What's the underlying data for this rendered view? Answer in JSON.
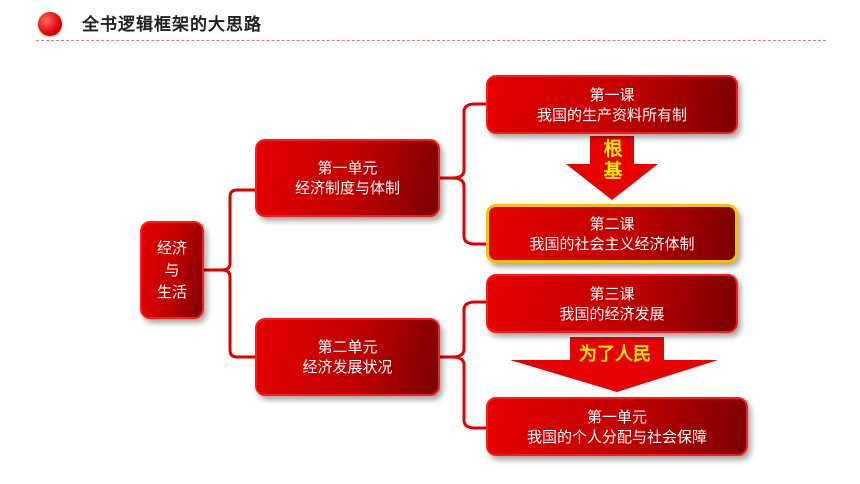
{
  "header": {
    "title": "全书逻辑框架的大思路"
  },
  "diagram": {
    "root": {
      "lines": [
        "经济",
        "与",
        "生活"
      ]
    },
    "unit1": {
      "lines": [
        "第一单元",
        "经济制度与体制"
      ]
    },
    "unit2": {
      "lines": [
        "第二单元",
        "经济发展状况"
      ]
    },
    "lesson1": {
      "lines": [
        "第一课",
        "我国的生产资料所有制"
      ]
    },
    "lesson2": {
      "lines": [
        "第二课",
        "我国的社会主义经济体制"
      ]
    },
    "lesson3": {
      "lines": [
        "第三课",
        "我国的经济发展"
      ]
    },
    "lesson4": {
      "lines": [
        "第一单元",
        "我国的个人分配与社会保障"
      ]
    },
    "arrow_root": {
      "lines": [
        "根",
        "基"
      ]
    },
    "arrow_people": {
      "label": "为了人民"
    }
  },
  "colors": {
    "box_red": "#e60000",
    "connector_red": "#e00000",
    "arrow_red": "#e60000",
    "highlight_border": "#f6c000",
    "arrow_text": "#ffe600"
  }
}
